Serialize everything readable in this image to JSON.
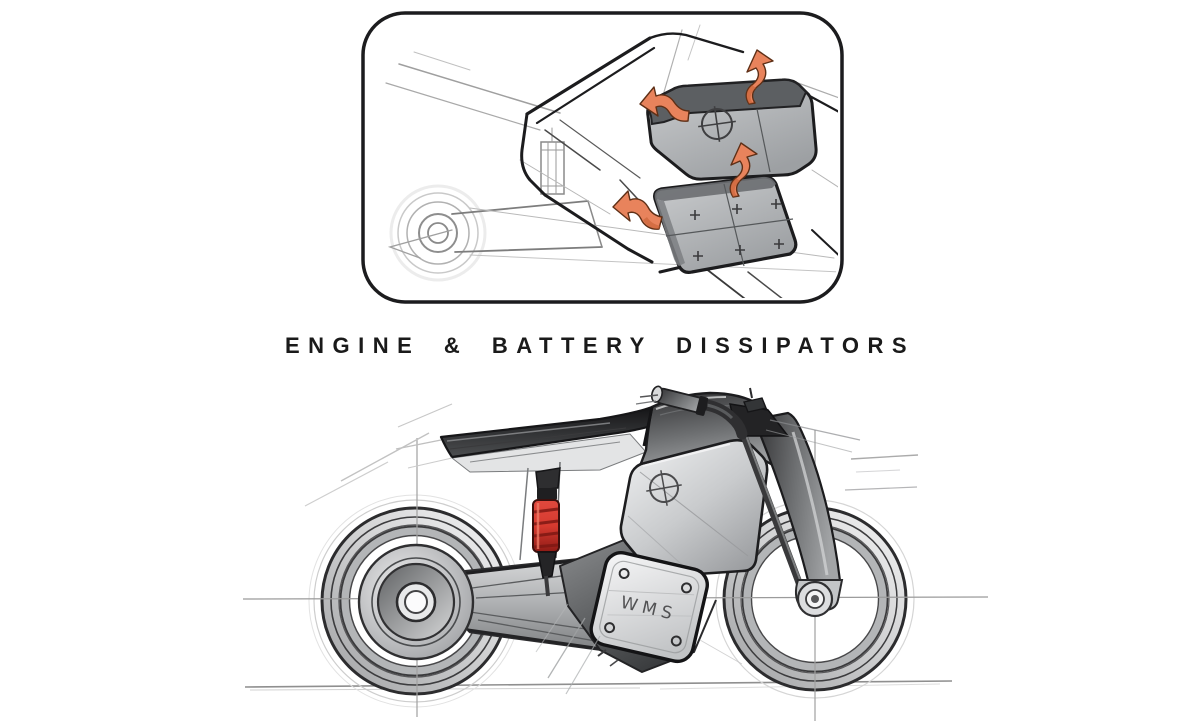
{
  "caption": {
    "text": "ENGINE & BATTERY DISSIPATORS"
  },
  "plate": {
    "text": "WMS"
  },
  "detail_panel": {
    "subject": "engine-and-battery-dissipator-closeup",
    "heat_arrows": {
      "count": 4,
      "color": "#e8835c"
    }
  },
  "colors": {
    "background": "#ffffff",
    "ink": "#1c1c1e",
    "pencil": "#9a9a9a",
    "accent_orange": "#e8835c",
    "accent_orange_deep": "#c25c31",
    "shock_red": "#cf3a30",
    "panel_gray": "#b5b7ba",
    "title_text": "#1a1a1a"
  }
}
